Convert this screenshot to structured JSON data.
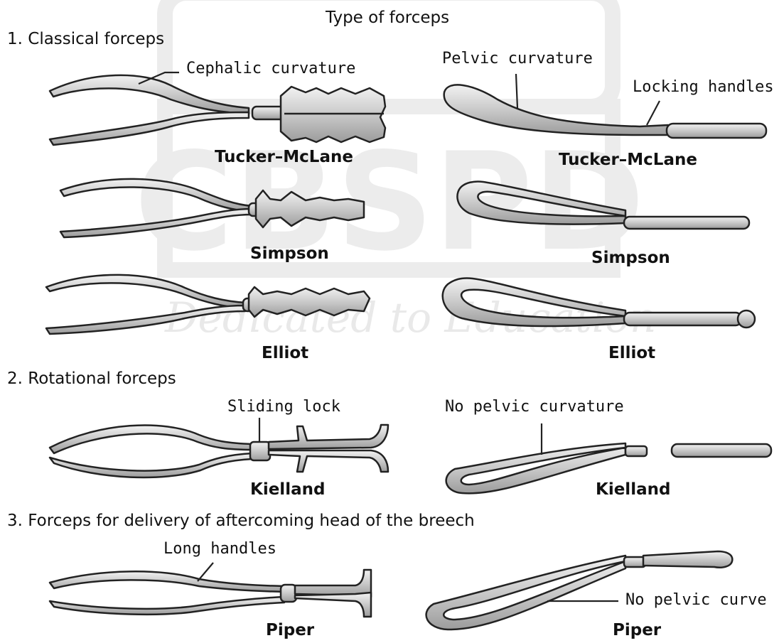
{
  "watermark": {
    "logo_text": "CBSPD",
    "tagline": "Dedicated to Education"
  },
  "title": "Type of forceps",
  "sections": [
    {
      "heading": "1. Classical forceps",
      "items": [
        {
          "left_label": "Tucker–McLane",
          "right_label": "Tucker–McLane"
        },
        {
          "left_label": "Simpson",
          "right_label": "Simpson"
        },
        {
          "left_label": "Elliot",
          "right_label": "Elliot"
        }
      ],
      "callouts": [
        "Cephalic curvature",
        "Pelvic curvature",
        "Locking handles"
      ]
    },
    {
      "heading": "2. Rotational forceps",
      "items": [
        {
          "left_label": "Kielland",
          "right_label": "Kielland"
        }
      ],
      "callouts": [
        "Sliding lock",
        "No pelvic curvature"
      ]
    },
    {
      "heading": "3. Forceps for delivery of aftercoming head of the breech",
      "items": [
        {
          "left_label": "Piper",
          "right_label": "Piper"
        }
      ],
      "callouts": [
        "Long handles",
        "No pelvic curve"
      ]
    }
  ],
  "colors": {
    "metal": "#d4d4d4",
    "outline": "#222222",
    "watermark": "#e9e9e9"
  }
}
